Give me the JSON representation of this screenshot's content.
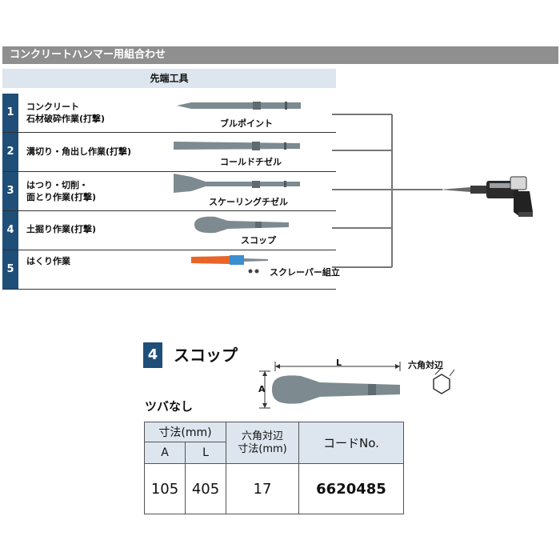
{
  "header": {
    "title": "コンクリートハンマー用組合わせ"
  },
  "tip_section": {
    "header": "先端工具",
    "rows": [
      {
        "num": "1",
        "task_line1": "コンクリート",
        "task_line2": "石材破砕作業(打撃)",
        "tool": "ブルポイント"
      },
      {
        "num": "2",
        "task_line1": "溝切り・角出し作業(打撃)",
        "task_line2": "",
        "tool": "コールドチゼル"
      },
      {
        "num": "3",
        "task_line1": "はつり・切削・",
        "task_line2": "面とり作業(打撃)",
        "tool": "スケーリングチゼル"
      },
      {
        "num": "4",
        "task_line1": "土掘り作業(打撃)",
        "task_line2": "",
        "tool": "スコップ"
      },
      {
        "num": "5",
        "task_line1": "はくり作業",
        "task_line2": "",
        "tool": "スクレーパー組立"
      }
    ]
  },
  "detail": {
    "num": "4",
    "title": "スコップ",
    "note": "ツバなし",
    "dim_L": "L",
    "dim_A": "A",
    "hex_label": "六角対辺",
    "table": {
      "col_dim": "寸法(mm)",
      "col_A": "A",
      "col_L": "L",
      "col_hex_line1": "六角対辺",
      "col_hex_line2": "寸法(mm)",
      "col_code": "コードNo.",
      "val_A": "105",
      "val_L": "405",
      "val_hex": "17",
      "val_code": "6620485"
    }
  },
  "colors": {
    "num_bg": "#1f4e79",
    "header_bar": "#8f8f8f",
    "table_header": "#dde5ee"
  }
}
